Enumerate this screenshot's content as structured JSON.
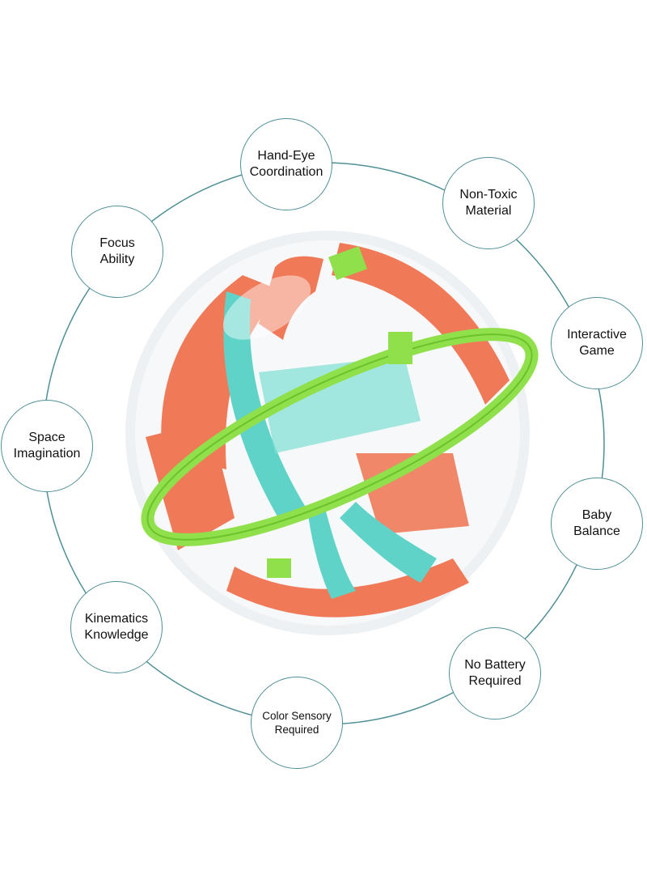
{
  "features": [
    {
      "line1": "Hand-Eye",
      "line2": "Coordination"
    },
    {
      "line1": "Non-Toxic",
      "line2": "Material"
    },
    {
      "line1": "Interactive",
      "line2": "Game"
    },
    {
      "line1": "Baby",
      "line2": "Balance"
    },
    {
      "line1": "No Battery",
      "line2": "Required"
    },
    {
      "line1": "Color Sensory",
      "line2": "Required"
    },
    {
      "line1": "Kinematics",
      "line2": "Knowledge"
    },
    {
      "line1": "Space",
      "line2": "Imagination"
    },
    {
      "line1": "Focus",
      "line2": "Ability"
    }
  ],
  "colors": {
    "ring": "#4f8f96",
    "orange": "#f07a58",
    "teal": "#5fd3c8",
    "green": "#8fe04a"
  }
}
